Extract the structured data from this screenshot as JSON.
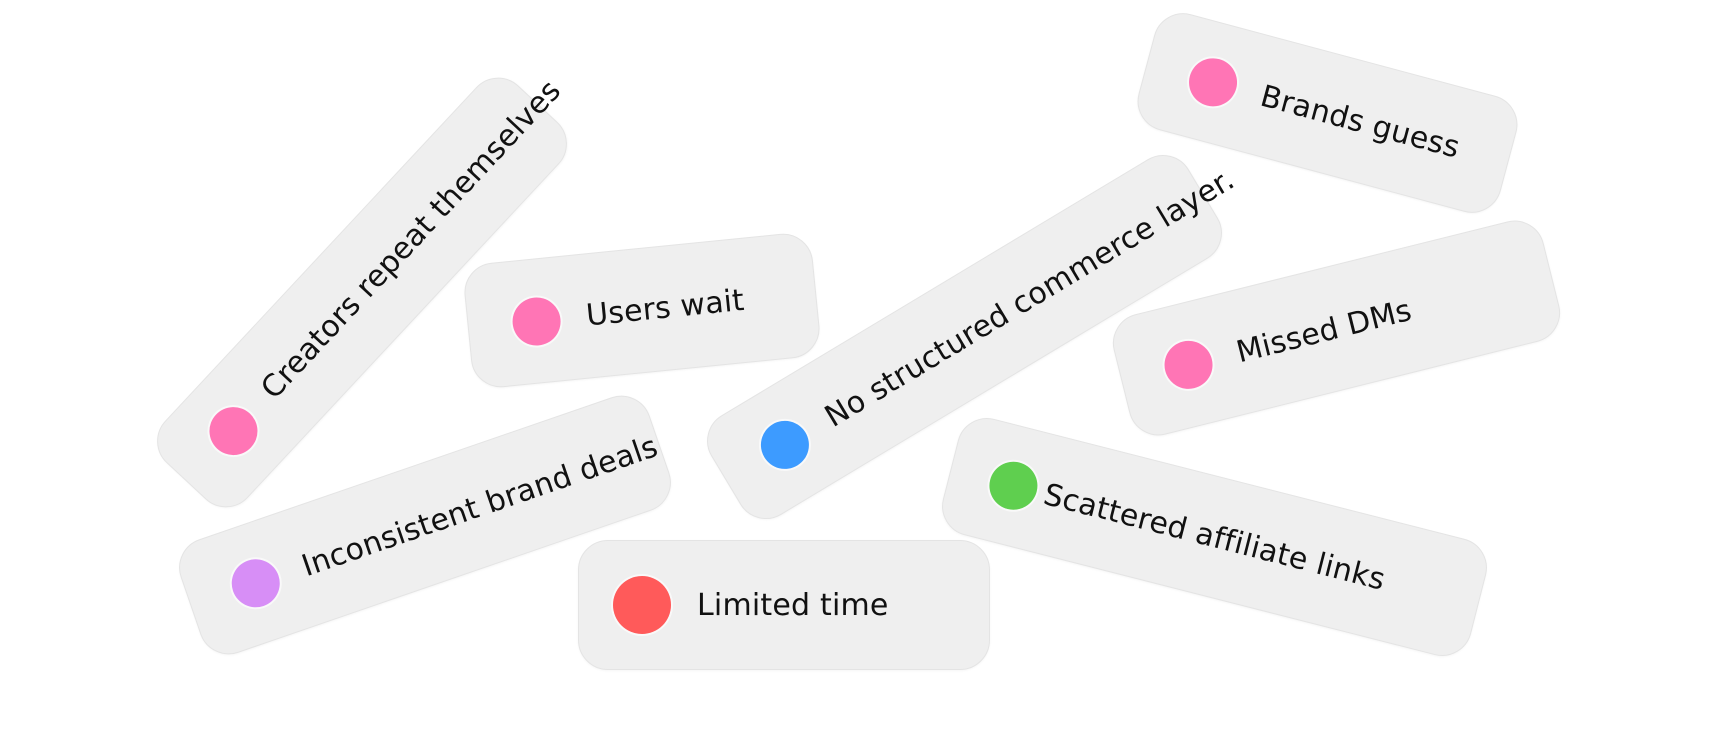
{
  "cards": [
    {
      "label": "Creators repeat themselves",
      "color": "#ff75b5"
    },
    {
      "label": "Users wait",
      "color": "#ff75b5"
    },
    {
      "label": "Brands guess",
      "color": "#ff75b5"
    },
    {
      "label": "No structured commerce layer.",
      "color": "#3d9bff"
    },
    {
      "label": "Missed DMs",
      "color": "#ff75b5"
    },
    {
      "label": "Inconsistent brand deals",
      "color": "#d78ef6"
    },
    {
      "label": "Scattered affiliate links",
      "color": "#5fcf4f"
    },
    {
      "label": "Limited time",
      "color": "#ff5a5a"
    }
  ]
}
